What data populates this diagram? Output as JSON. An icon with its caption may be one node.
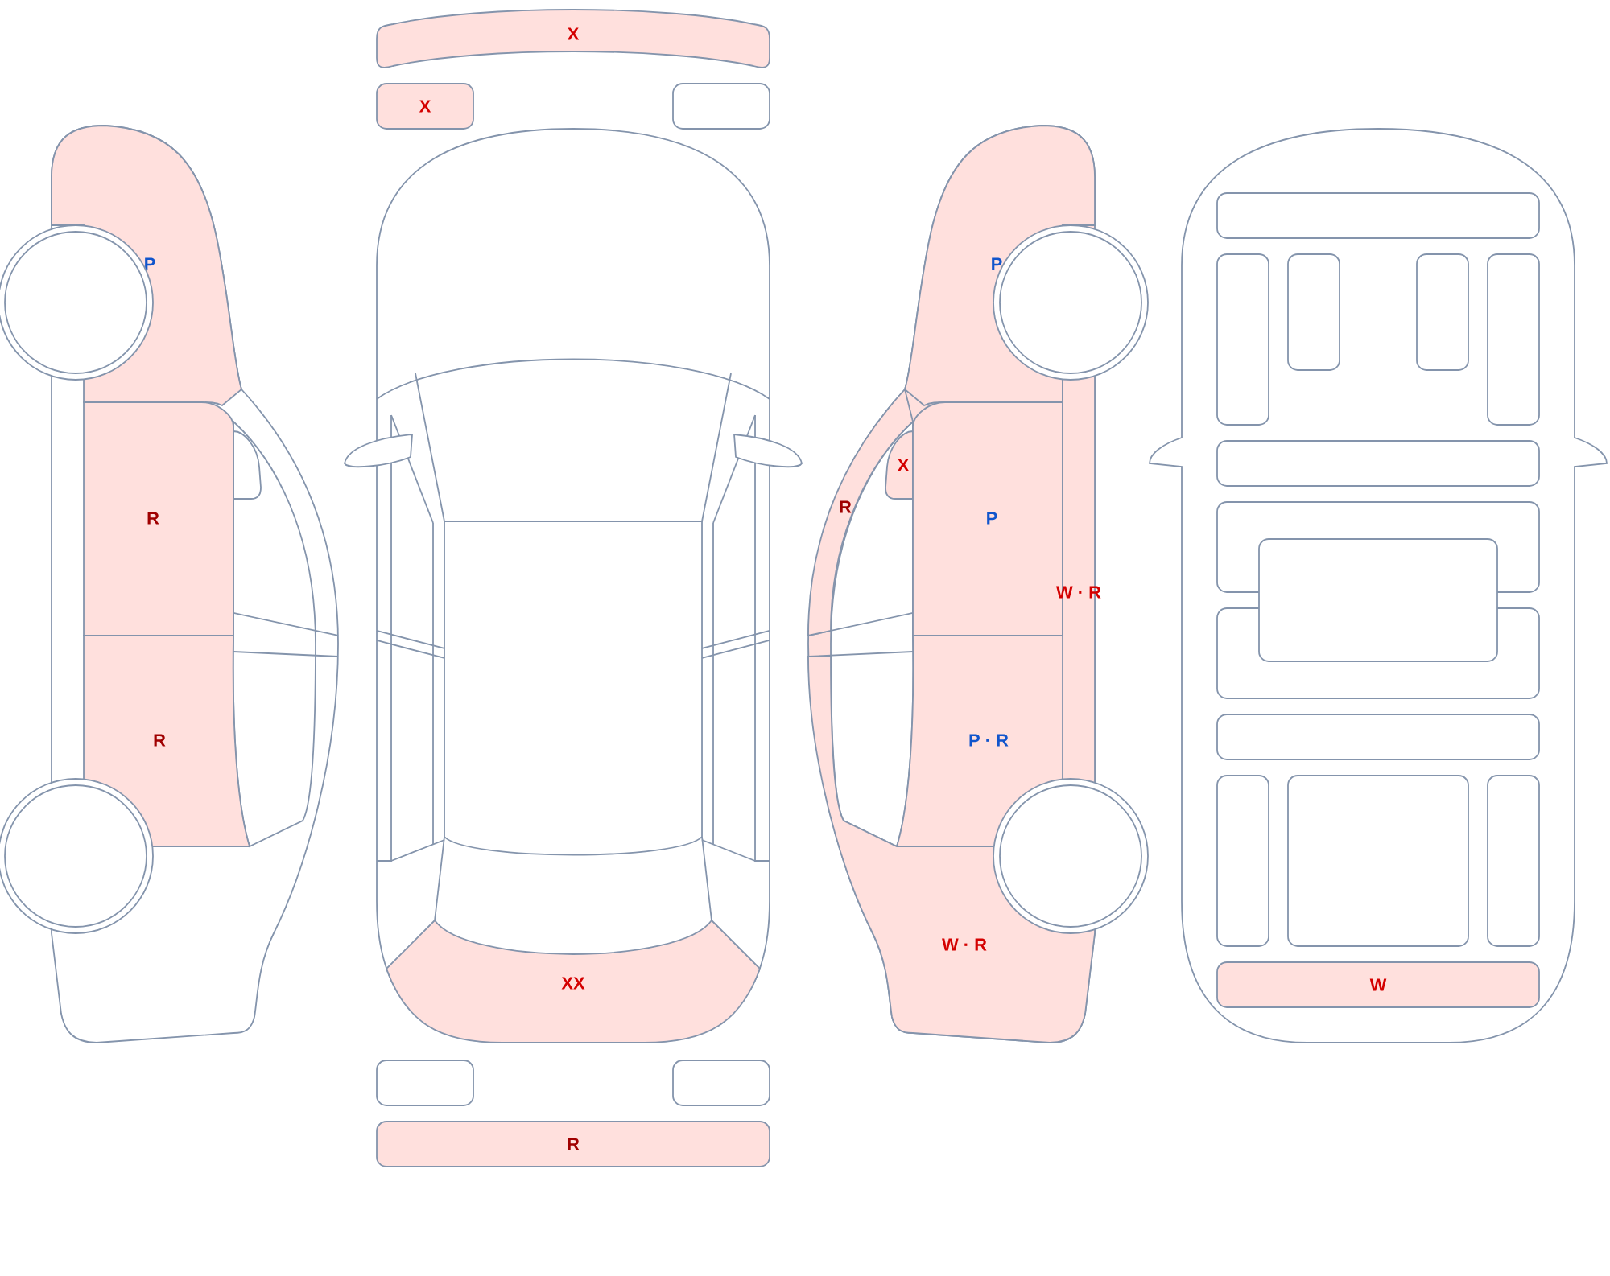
{
  "diagram": {
    "nodes": [
      {
        "text": [
          "X"
        ]
      },
      {
        "text": [
          "X"
        ]
      },
      {
        "text": [],
        "shape": "box"
      },
      {
        "text": [
          "P"
        ]
      },
      {
        "text": [
          "R"
        ]
      },
      {
        "text": [
          "R"
        ]
      },
      {
        "text": [
          "XX"
        ]
      },
      {
        "text": [],
        "shape": "box"
      },
      {
        "text": [],
        "shape": "box"
      },
      {
        "text": [
          "R"
        ]
      },
      {
        "text": [
          "P"
        ]
      },
      {
        "text": [
          "X"
        ]
      },
      {
        "text": [
          "R"
        ]
      },
      {
        "text": [
          "P"
        ]
      },
      {
        "text": [
          "W · R"
        ]
      },
      {
        "text": [
          "P · R"
        ]
      },
      {
        "text": [
          "W · R"
        ]
      },
      {
        "text": [],
        "shape": "box"
      },
      {
        "text": [],
        "shape": "box"
      },
      {
        "text": [],
        "shape": "box"
      },
      {
        "text": [],
        "shape": "box"
      },
      {
        "text": [],
        "shape": "box"
      },
      {
        "text": [],
        "shape": "box"
      },
      {
        "text": [],
        "shape": "box"
      },
      {
        "text": [],
        "shape": "box"
      },
      {
        "text": [],
        "shape": "box"
      },
      {
        "text": [],
        "shape": "box"
      },
      {
        "text": [],
        "shape": "box"
      },
      {
        "text": [],
        "shape": "box"
      },
      {
        "text": [],
        "shape": "box"
      },
      {
        "text": [
          "W"
        ]
      }
    ]
  }
}
